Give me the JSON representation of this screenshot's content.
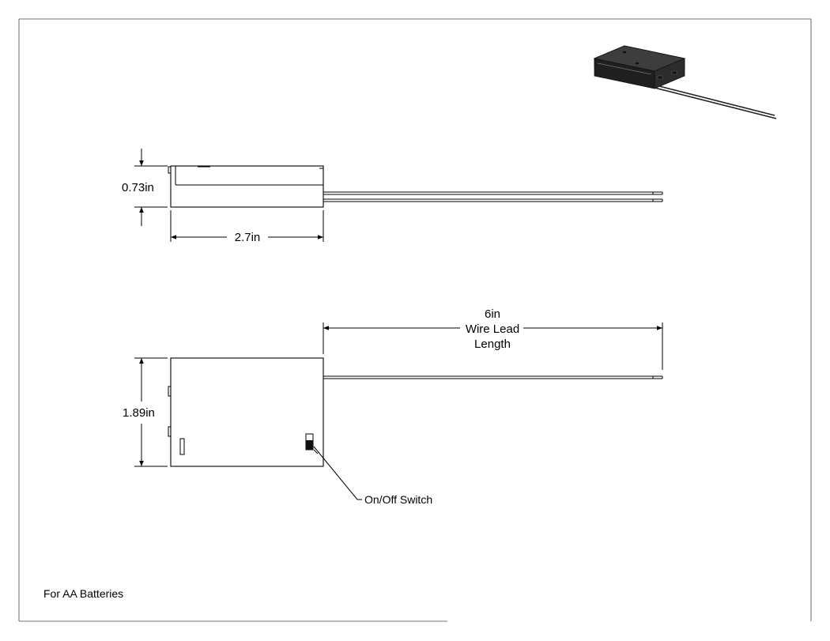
{
  "dimensions": {
    "height": "0.73in",
    "length": "2.7in",
    "width": "1.89in",
    "wire_lead_line1": "6in",
    "wire_lead_line2": "Wire Lead",
    "wire_lead_line3": "Length"
  },
  "callouts": {
    "switch": "On/Off Switch"
  },
  "notes": {
    "battery_type": "For AA Batteries"
  }
}
